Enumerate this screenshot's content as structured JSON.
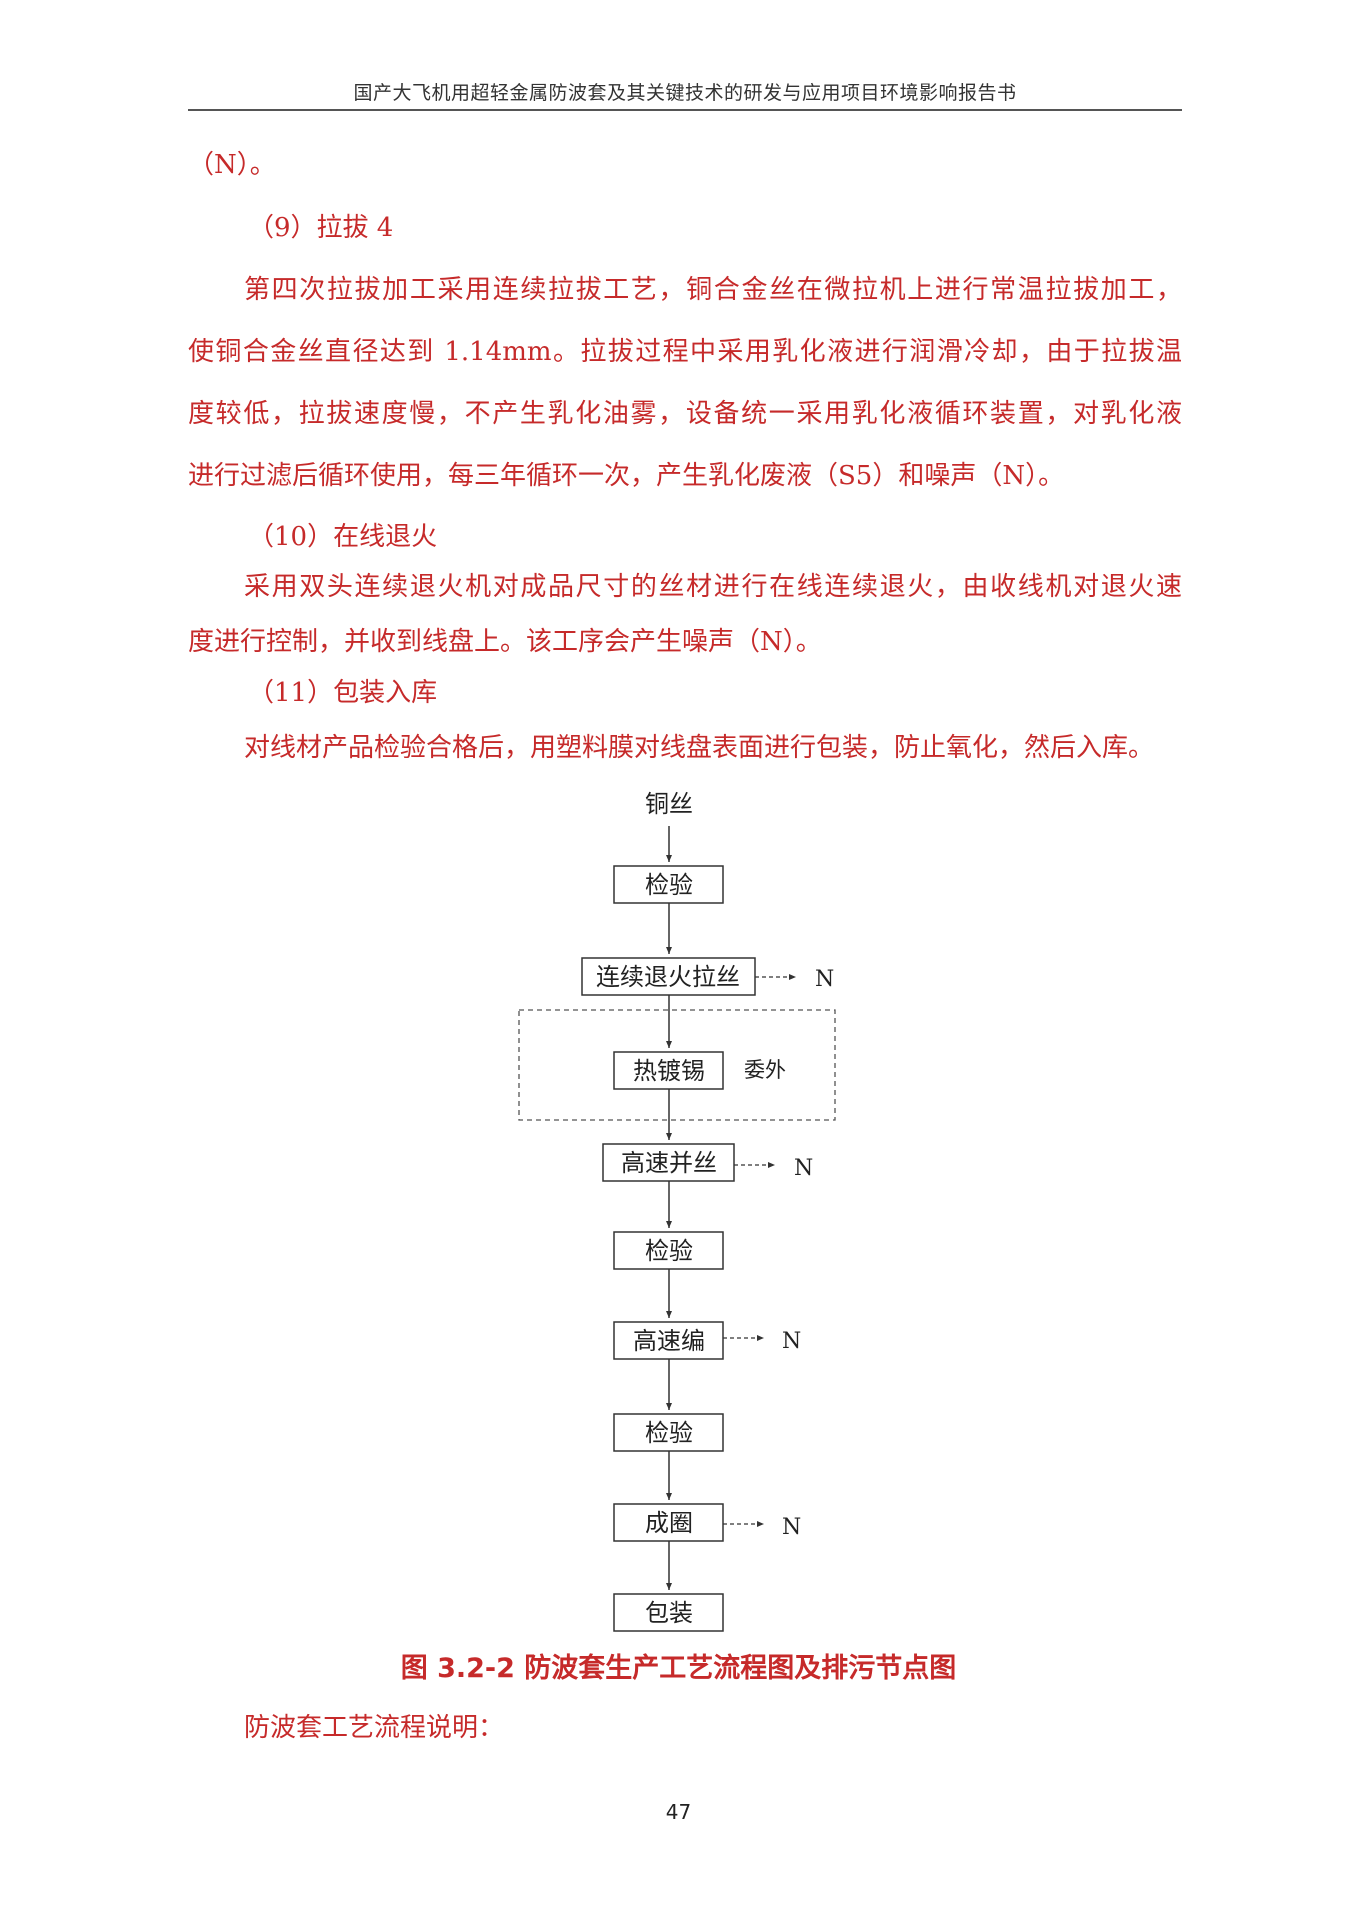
{
  "header": {
    "title": "国产大飞机用超轻金属防波套及其关键技术的研发与应用项目环境影响报告书"
  },
  "body": {
    "line_n": "（N）。",
    "h9": "（9）拉拔 4",
    "p9_l1": "第四次拉拔加工采用连续拉拔工艺，铜合金丝在微拉机上进行常温拉拔加工，",
    "p9_l2": "使铜合金丝直径达到 1.14mm。拉拔过程中采用乳化液进行润滑冷却，由于拉拔温",
    "p9_l3": "度较低，拉拔速度慢，不产生乳化油雾，设备统一采用乳化液循环装置，对乳化液",
    "p9_l4": "进行过滤后循环使用，每三年循环一次，产生乳化废液（S5）和噪声（N）。",
    "h10": "（10）在线退火",
    "p10_l1": "采用双头连续退火机对成品尺寸的丝材进行在线连续退火，由收线机对退火速",
    "p10_l2": "度进行控制，并收到线盘上。该工序会产生噪声（N）。",
    "h11": "（11）包装入库",
    "p11_l1": "对线材产品检验合格后，用塑料膜对线盘表面进行包装，防止氧化，然后入库。"
  },
  "flowchart": {
    "input": "铜丝",
    "steps": [
      "检验",
      "连续退火拉丝",
      "热镀锡",
      "高速并丝",
      "检验",
      "高速编",
      "检验",
      "成圈",
      "包装"
    ],
    "outsourced_label": "委外",
    "noise_label": "N"
  },
  "caption": "图 3.2-2   防波套生产工艺流程图及排污节点图",
  "after_caption": "防波套工艺流程说明：",
  "page_number": "47",
  "colors": {
    "accent_red": "#c62a2a"
  }
}
